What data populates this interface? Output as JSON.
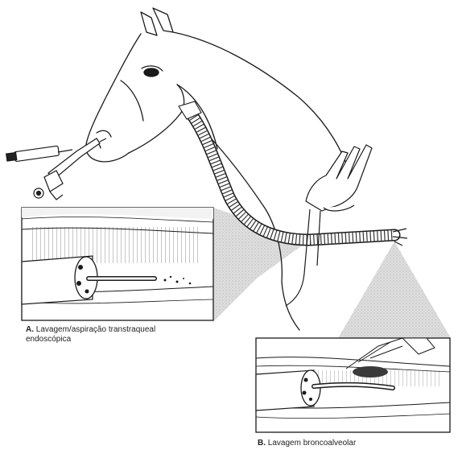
{
  "captions": {
    "a": {
      "letter": "A.",
      "line1": "Lavagem/aspiração transtraqueal",
      "line2": "endoscópica"
    },
    "b": {
      "letter": "B.",
      "text": "Lavagem broncoalveolar"
    }
  },
  "colors": {
    "line": "#1a1a1a",
    "shade": "#c8c8c8",
    "panel_bg": "#ffffff"
  }
}
